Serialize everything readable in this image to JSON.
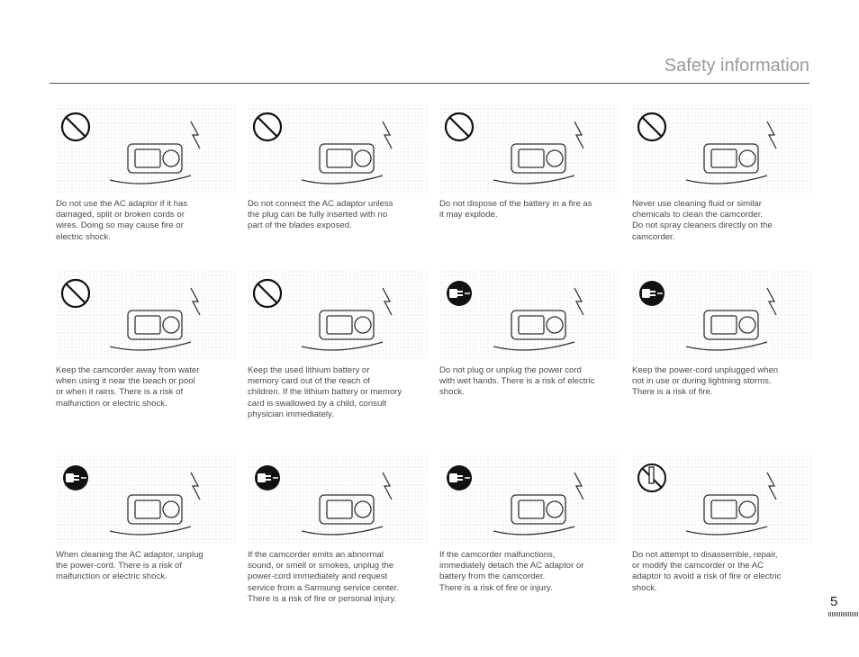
{
  "header": {
    "title": "Safety information"
  },
  "page_number": "5",
  "items": [
    {
      "symbol": "prohibition",
      "icon": "ac-adaptor-damaged-cord-icon",
      "text": [
        "Do not use the AC adaptor if it has",
        "damaged, split or broken cords or",
        "wires. Doing so may cause fire or",
        "electric shock."
      ]
    },
    {
      "symbol": "prohibition",
      "icon": "plug-partly-inserted-icon",
      "text": [
        "Do not connect the AC adaptor unless",
        "the plug can be fully inserted with no",
        "part of the blades exposed."
      ]
    },
    {
      "symbol": "prohibition",
      "icon": "battery-in-fire-icon",
      "text": [
        "Do not dispose of the battery in a fire as",
        "it may explode."
      ]
    },
    {
      "symbol": "prohibition",
      "icon": "spray-cleaner-icon",
      "text": [
        "Never use cleaning fluid or similar",
        "chemicals to clean the camcorder.",
        "Do not spray cleaners directly on the",
        "camcorder."
      ]
    },
    {
      "symbol": "prohibition",
      "icon": "camcorder-rain-icon",
      "text": [
        "Keep the camcorder away from water",
        "when using it near the beach or pool",
        "or when it rains. There is a risk of",
        "malfunction or electric shock."
      ]
    },
    {
      "symbol": "prohibition",
      "icon": "child-battery-icon",
      "text": [
        "Keep the used lithium battery or",
        "memory card out of the reach of",
        "children. If the lithium battery or memory",
        "card is swallowed by a child, consult",
        "physician immediately."
      ]
    },
    {
      "symbol": "unplug",
      "icon": "wet-hand-plug-icon",
      "text": [
        "Do not plug or unplug the power cord",
        "with wet hands. There is a risk of electric",
        "shock."
      ]
    },
    {
      "symbol": "unplug",
      "icon": "lightning-plug-icon",
      "text": [
        "Keep the power-cord unplugged when",
        "not in use or during lightning storms.",
        "There is a risk of fire."
      ]
    },
    {
      "symbol": "unplug",
      "icon": "cleaning-adaptor-icon",
      "text": [
        "When cleaning the AC adaptor, unplug",
        "the power-cord. There is a risk of",
        "malfunction or electric shock."
      ]
    },
    {
      "symbol": "unplug",
      "icon": "smoking-camcorder-icon",
      "text": [
        "If the camcorder emits an abnormal",
        "sound, or smell or smokes, unplug the",
        "power-cord immediately and request",
        "service from a Samsung service center.",
        "There is a risk of fire or personal injury."
      ]
    },
    {
      "symbol": "unplug",
      "icon": "malfunction-unplug-icon",
      "text": [
        "If the camcorder malfunctions,",
        "immediately detach the AC adaptor or",
        "battery from the camcorder.",
        "There is a risk of fire or injury."
      ]
    },
    {
      "symbol": "no-disassembly",
      "icon": "disassembly-screwdriver-icon",
      "text": [
        "Do not attempt to disassemble, repair,",
        "or modify the camcorder or the AC",
        "adaptor to avoid a risk of fire or electric",
        "shock."
      ]
    }
  ]
}
